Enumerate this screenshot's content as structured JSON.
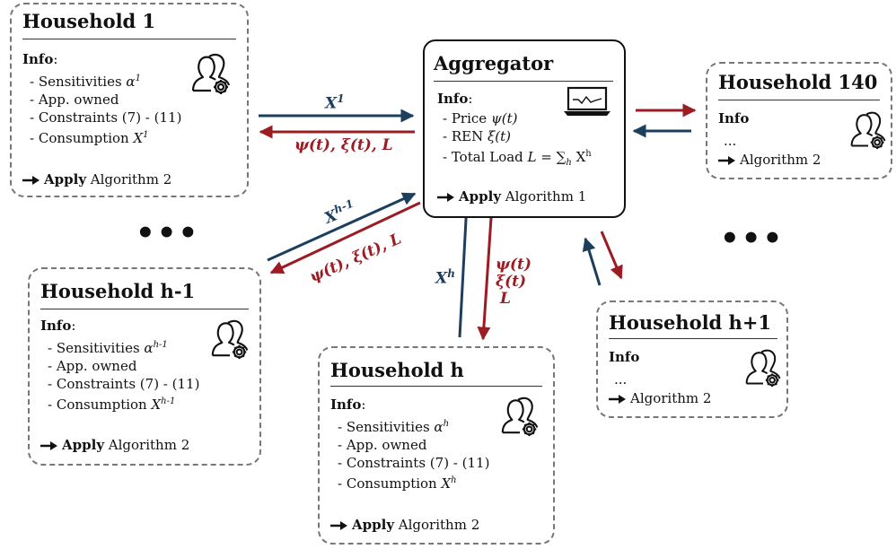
{
  "colors": {
    "down_arrow": "#1d3f5e",
    "up_arrow": "#9b1c23",
    "dashed_border": "#777777"
  },
  "icons": {
    "household": "users-gear-icon",
    "aggregator": "laptop-chart-icon",
    "apply": "right-arrow-icon"
  },
  "common": {
    "info": "Info",
    "info_colon": ":",
    "app_owned": "- App. owned",
    "constraints": "- Constraints  (7) - (11)",
    "ellipsis_line": "...",
    "apply_bold": "Apply",
    "apply_rest": " Algorithm 2",
    "algorithm2": "Algorithm 2",
    "dots": "•••"
  },
  "households": {
    "h1": {
      "title": "Household 1",
      "sens_prefix": "- Sensitivities ",
      "sens_sym": "α",
      "sens_sup": "1",
      "cons_prefix": "- Consumption ",
      "cons_sym": "X",
      "cons_sup": "1"
    },
    "hm1": {
      "title": "Household h-1",
      "sens_prefix": "- Sensitivities ",
      "sens_sym": "α",
      "sens_sup": "h-1",
      "cons_prefix": "- Consumption ",
      "cons_sym": "X",
      "cons_sup": "h-1"
    },
    "h": {
      "title": "Household h",
      "sens_prefix": "- Sensitivities ",
      "sens_sym": "α",
      "sens_sup": "h",
      "cons_prefix": "- Consumption ",
      "cons_sym": "X",
      "cons_sup": "h"
    },
    "hp1": {
      "title": "Household h+1"
    },
    "h140": {
      "title": "Household 140"
    }
  },
  "aggregator": {
    "title": "Aggregator",
    "price_prefix": "- Price ",
    "price_sym": "ψ(t)",
    "ren_prefix": "- REN ",
    "ren_sym": "ξ(t)",
    "load_prefix": "- Total Load ",
    "load_L": "L",
    "load_eq": " = ∑",
    "load_sub": "h",
    "load_X": " X",
    "load_sup": "h",
    "apply_bold": "Apply",
    "apply_rest": " Algorithm 1"
  },
  "arrow_labels": {
    "x1_base": "X",
    "x1_sup": "1",
    "xhm1_base": "X",
    "xhm1_sup": "h-1",
    "xh_base": "X",
    "xh_sup": "h",
    "signals": "ψ(t), ξ(t), L",
    "sig_psi": "ψ(t)",
    "sig_xi": "ξ(t)",
    "sig_L": "L"
  }
}
